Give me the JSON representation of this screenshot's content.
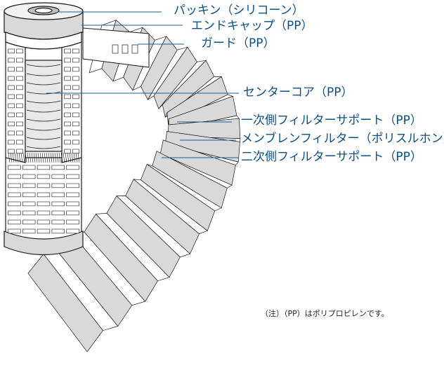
{
  "labels": {
    "packing": "パッキン（シリコーン）",
    "end_cap": "エンドキャップ（PP）",
    "guard": "ガード（PP）",
    "center_core": "センターコア（PP）",
    "primary_support": "一次側フィルターサポート（PP）",
    "membrane_filter": "メンブレンフィルター（ポリスルホン）",
    "secondary_support": "二次側フィルターサポート（PP）"
  },
  "note": "（注）（PP）はポリプロピレンです。",
  "colors": {
    "label_text": "#0d4f86",
    "leader_line": "#1a5d96",
    "outline": "#1a1a1a",
    "part_fill": "#ffffff",
    "part_shade": "#d9d9d9",
    "cap_shade": "#bfbfbf"
  }
}
